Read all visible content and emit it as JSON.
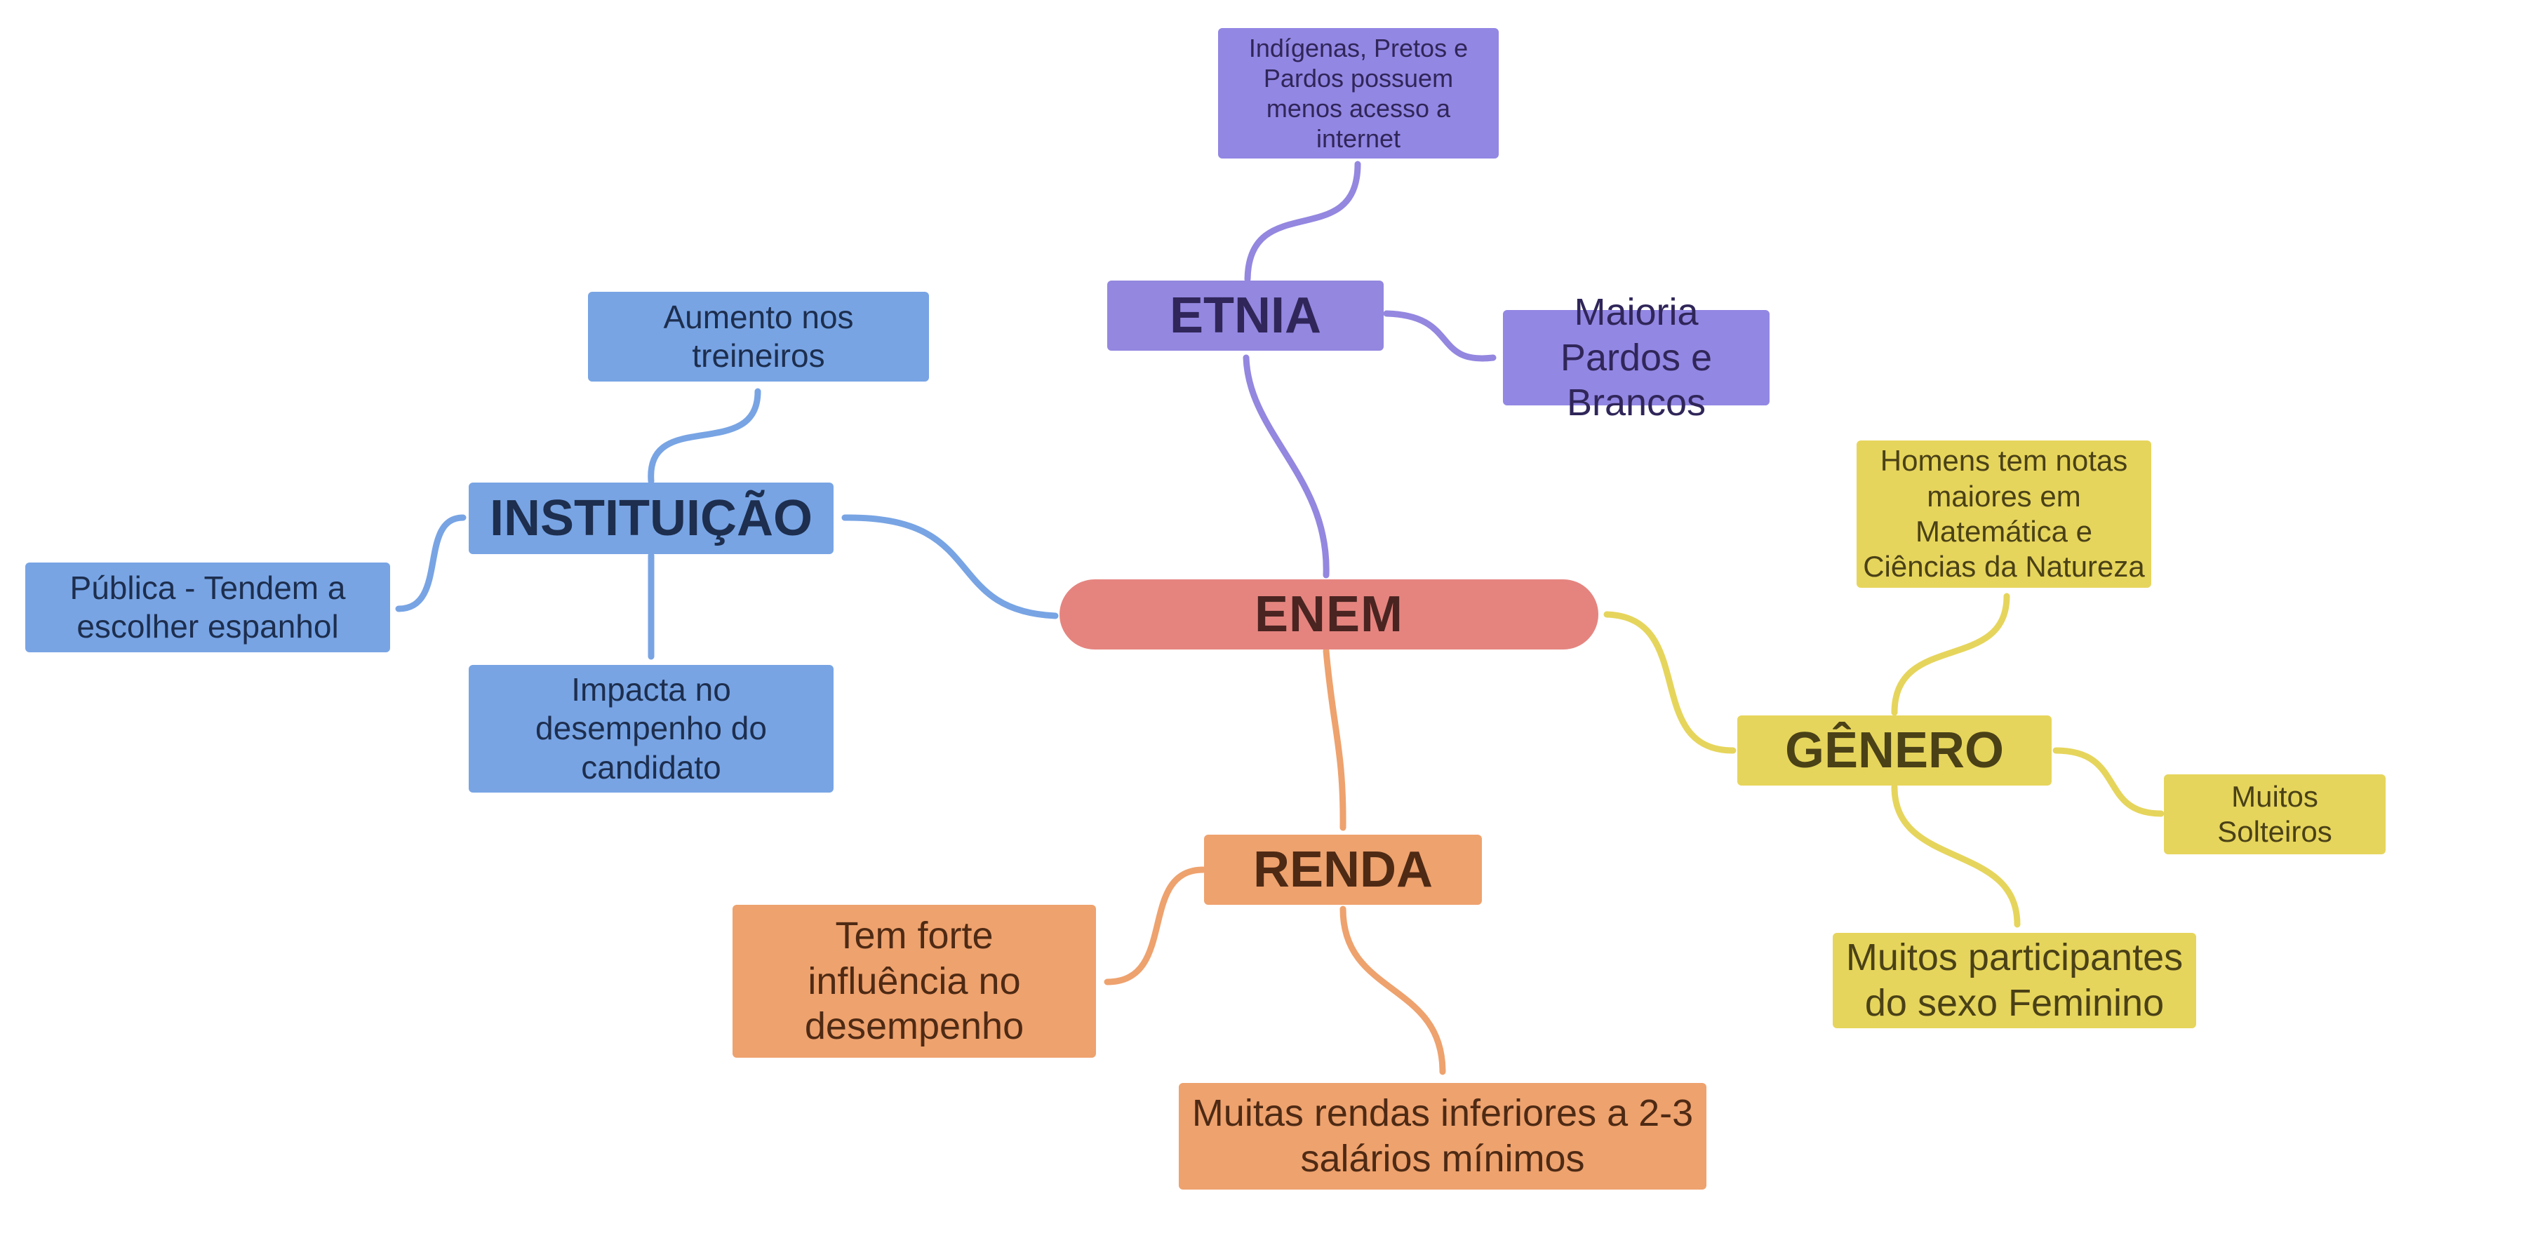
{
  "central": {
    "label": "ENEM",
    "color": "#e5847f"
  },
  "branches": {
    "etnia": {
      "label": "ETNIA",
      "color": "#9387e0",
      "leaves": [
        "Indígenas, Pretos e Pardos possuem menos acesso a internet",
        "Maioria Pardos e Brancos"
      ]
    },
    "instituicao": {
      "label": "INSTITUIÇÃO",
      "color": "#78a4e4",
      "leaves": [
        "Aumento nos treineiros",
        "Pública - Tendem a escolher espanhol",
        "Impacta no desempenho do candidato"
      ]
    },
    "genero": {
      "label": "GÊNERO",
      "color": "#e6d55c",
      "leaves": [
        "Homens tem notas maiores em Matemática e Ciências da Natureza",
        "Muitos Solteiros",
        "Muitos participantes do sexo Feminino"
      ]
    },
    "renda": {
      "label": "RENDA",
      "color": "#eea26e",
      "leaves": [
        "Tem forte influência no desempenho",
        "Muitas rendas inferiores a 2-3 salários mínimos"
      ]
    }
  }
}
